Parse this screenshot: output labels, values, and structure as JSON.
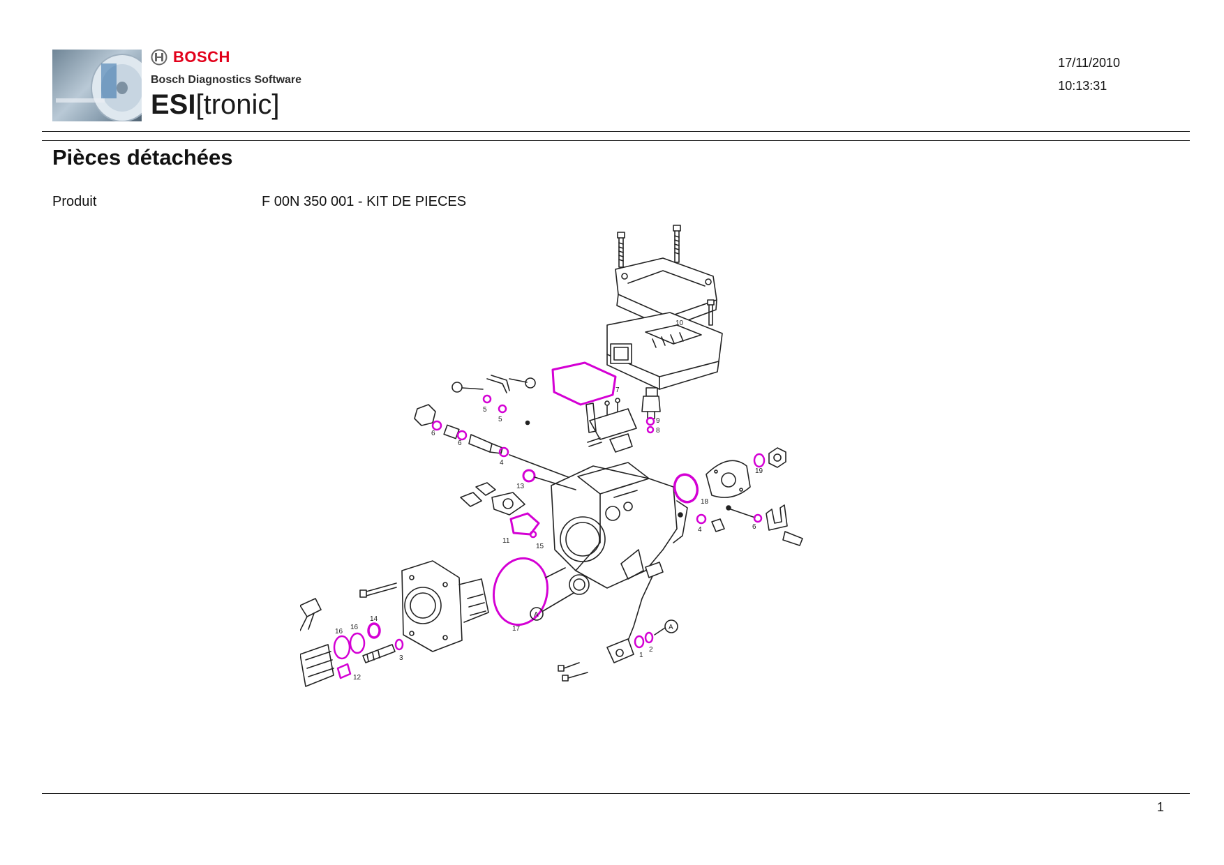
{
  "header": {
    "brand_name": "BOSCH",
    "tagline": "Bosch Diagnostics Software",
    "product_bold": "ESI",
    "product_rest": "[tronic]",
    "date": "17/11/2010",
    "time": "10:13:31"
  },
  "page": {
    "title": "Pièces détachées",
    "product_label": "Produit",
    "product_value": "F 00N 350 001 - KIT DE PIECES",
    "page_number": "1"
  },
  "callouts": [
    "10",
    "7",
    "5",
    "5",
    "9",
    "8",
    "6",
    "6",
    "4",
    "13",
    "19",
    "18",
    "11",
    "15",
    "4",
    "6",
    "17",
    "A",
    "16",
    "16",
    "14",
    "3",
    "12",
    "1",
    "2",
    "A"
  ],
  "colors": {
    "brand_red": "#e2001a",
    "kit_highlight": "#d400d4",
    "line_art": "#222222"
  }
}
